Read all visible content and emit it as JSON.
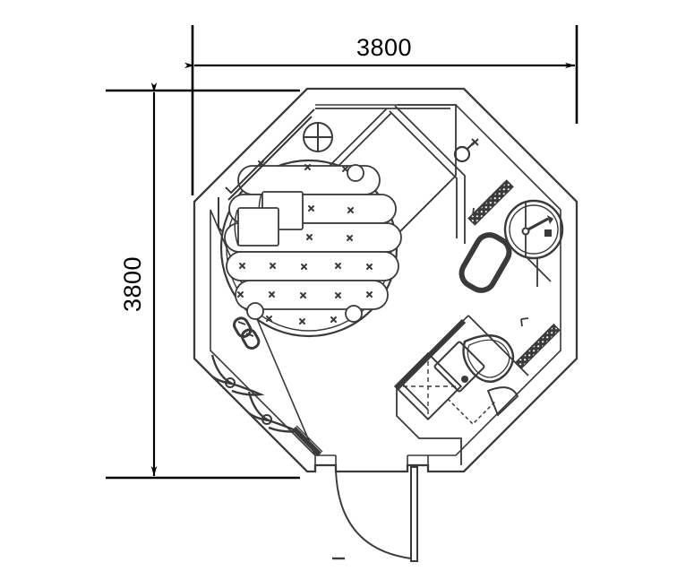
{
  "drawing": {
    "title": "Octagonal Room Floor Plan",
    "type": "architectural-floor-plan",
    "units": "mm",
    "line_color": "#3a3a3a",
    "dimension_color": "#000000",
    "background": "#ffffff"
  },
  "dimensions": {
    "horizontal": {
      "label": "3800",
      "orientation": "horizontal",
      "position": "top"
    },
    "vertical": {
      "label": "3800",
      "orientation": "vertical-rotated",
      "position": "left"
    }
  },
  "rooms": [
    {
      "id": "main-octagon",
      "name": "Octagonal room outline",
      "shape": "octagon"
    },
    {
      "id": "circular-bed-area",
      "name": "Circular bed platform",
      "shape": "circle"
    },
    {
      "id": "shower-room",
      "name": "Diagonal shower enclosure",
      "shape": "diamond"
    },
    {
      "id": "bathroom",
      "name": "WC and shower tray compartment",
      "shape": "diagonal"
    }
  ],
  "fixtures": [
    {
      "id": "round-bed",
      "name": "round-bed"
    },
    {
      "id": "pillow-left",
      "name": "square-pillow"
    },
    {
      "id": "pillow-right",
      "name": "square-pillow"
    },
    {
      "id": "ceiling-light",
      "name": "ceiling-light-symbol"
    },
    {
      "id": "wash-basin",
      "name": "round-wash-basin"
    },
    {
      "id": "bath-tub",
      "name": "rounded-rectangle-tub"
    },
    {
      "id": "shower-head",
      "name": "shower-head-symbol"
    },
    {
      "id": "toilet",
      "name": "toilet-wc"
    },
    {
      "id": "shower-tray",
      "name": "square-shower-tray"
    },
    {
      "id": "slippers",
      "name": "pair-of-slippers"
    },
    {
      "id": "curtain-upper",
      "name": "curtain-symbol"
    },
    {
      "id": "curtain-lower",
      "name": "curtain-symbol"
    }
  ],
  "doors": [
    {
      "id": "entrance-door",
      "name": "entrance-door-swing",
      "swing": "outward"
    },
    {
      "id": "shower-door",
      "name": "shower-sliding-door",
      "hatched": true
    },
    {
      "id": "bathroom-door",
      "name": "bathroom-sliding-door",
      "hatched": true
    }
  ]
}
